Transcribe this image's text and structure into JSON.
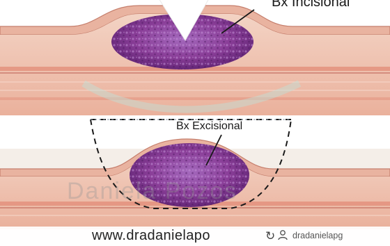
{
  "labels": {
    "top_partial": "Bx Incisional",
    "top": "Bx Incisional",
    "bottom": "Bx Excisional"
  },
  "watermark": {
    "text": "Daniela Pozos"
  },
  "footer": {
    "website": "www.dradanielapo",
    "repost_icon": "↻",
    "handle": "dradanielapg"
  },
  "colors": {
    "tumor": "#8a3e98",
    "tumor_dark": "#5c2170",
    "tumor_light": "#b07ac6",
    "skin": "#eab8a5",
    "dermis": "#e79b86",
    "incision_gap": "#ffffff"
  }
}
